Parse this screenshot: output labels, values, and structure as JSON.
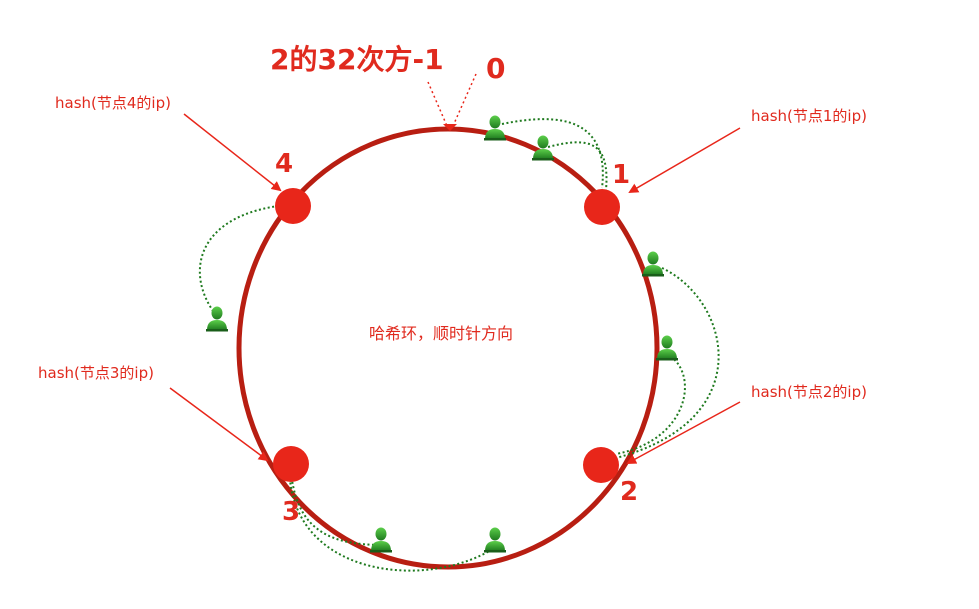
{
  "ring": {
    "color": "#b81e12",
    "center_label": "哈希环，顺时针方向",
    "top_label": "2的32次方-1",
    "zero_label": "0"
  },
  "nodes": [
    {
      "id": "1",
      "label": "1",
      "hash_label": "hash(节点1的ip)"
    },
    {
      "id": "2",
      "label": "2",
      "hash_label": "hash(节点2的ip)"
    },
    {
      "id": "3",
      "label": "3",
      "hash_label": "hash(节点3的ip)"
    },
    {
      "id": "4",
      "label": "4",
      "hash_label": "hash(节点4的ip)"
    }
  ],
  "users": [
    {
      "id": "u1",
      "icon": "user-icon",
      "maps_to": "1"
    },
    {
      "id": "u2",
      "icon": "user-icon",
      "maps_to": "1"
    },
    {
      "id": "u3",
      "icon": "user-icon",
      "maps_to": "2"
    },
    {
      "id": "u4",
      "icon": "user-icon",
      "maps_to": "2"
    },
    {
      "id": "u5",
      "icon": "user-icon",
      "maps_to": "3"
    },
    {
      "id": "u6",
      "icon": "user-icon",
      "maps_to": "3"
    },
    {
      "id": "u7",
      "icon": "user-icon",
      "maps_to": "4"
    }
  ],
  "colors": {
    "node_fill": "#e8261a",
    "label_red": "#e02a1e",
    "arrow": "#e8261a",
    "dotted_green": "#1f7a1f",
    "user_green": "#2e9a2e"
  }
}
